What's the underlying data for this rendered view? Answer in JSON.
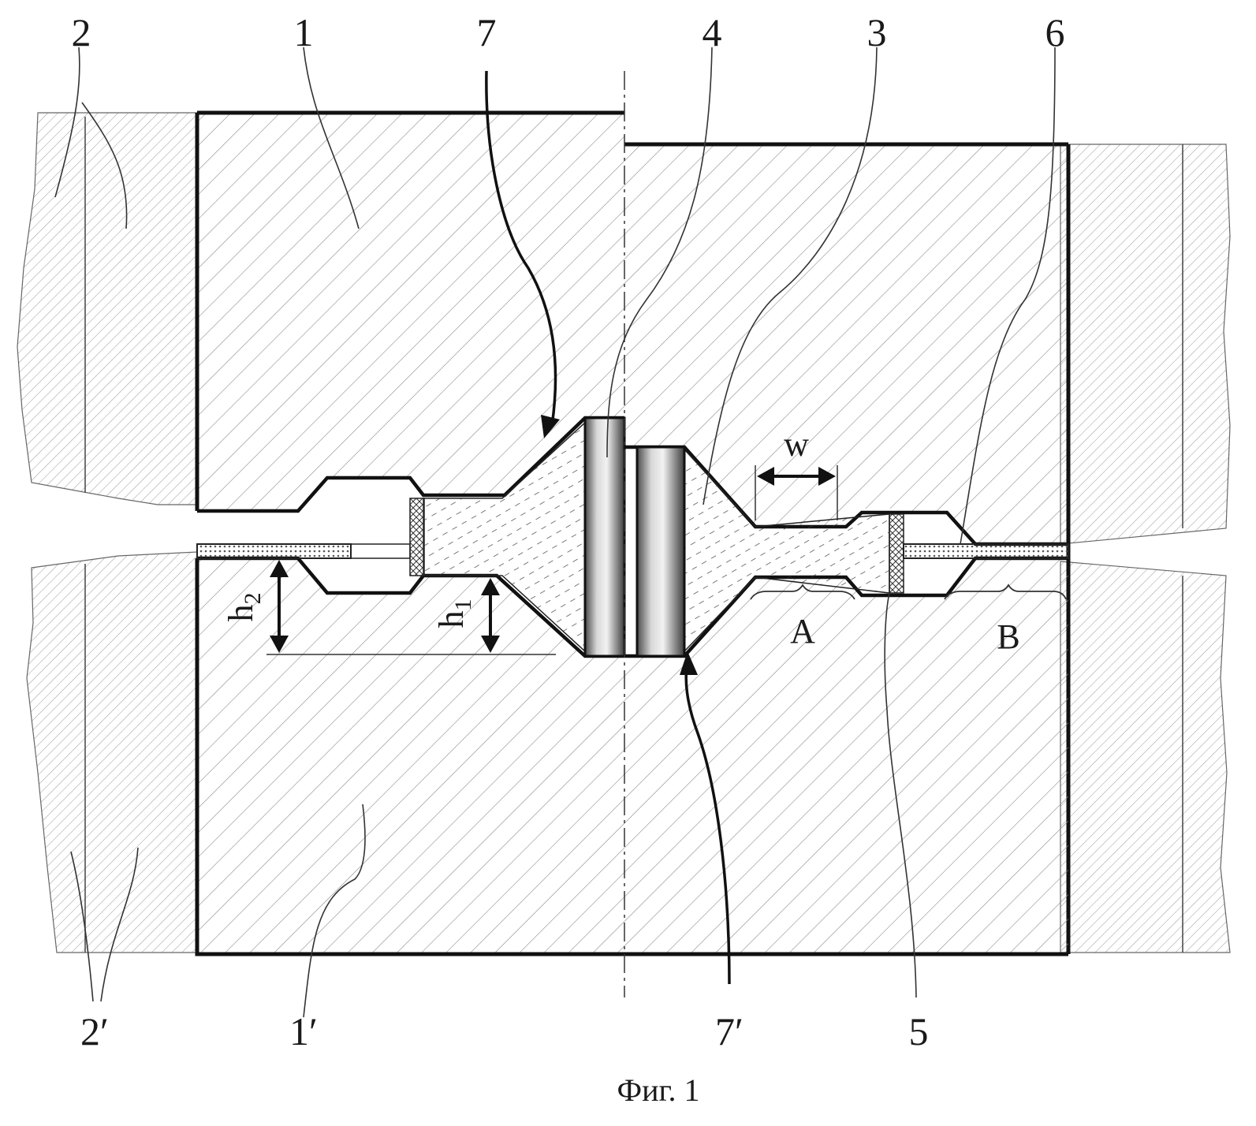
{
  "figure": {
    "caption": "Фиг. 1",
    "callouts": {
      "n2": "2",
      "n1": "1",
      "n7": "7",
      "n4": "4",
      "n3": "3",
      "n6": "6",
      "n2p": "2′",
      "n1p": "1′",
      "n7p": "7′",
      "n5": "5"
    },
    "dimensions": {
      "w": "w",
      "h_sym": "h",
      "h1_sub": "1",
      "h2_sub": "2",
      "zone_a": "A",
      "zone_b": "B"
    }
  },
  "colors": {
    "ink": "#1a1a1a",
    "hatch": "#8c8c8c",
    "anvil_hatch": "#9a9a9a",
    "sample_dot": "#555555"
  }
}
